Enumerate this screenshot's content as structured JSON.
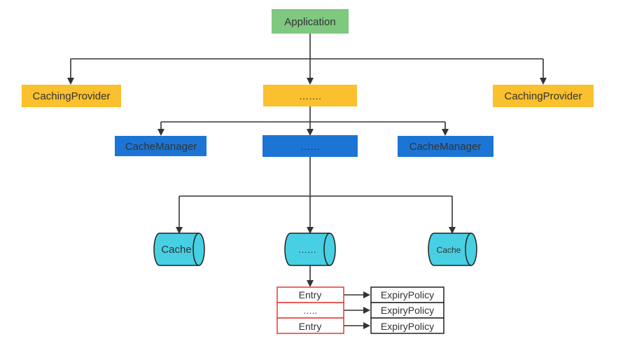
{
  "colors": {
    "application_fill": "#7ec87f",
    "provider_fill": "#fbc02d",
    "manager_fill": "#1c75d4",
    "cache_fill": "#47cfe3",
    "cache_stroke": "#222222",
    "entry_stroke": "#e53935",
    "policy_stroke": "#222222",
    "connector": "#333333",
    "text": "#333333"
  },
  "application": {
    "label": "Application"
  },
  "providers": [
    {
      "label": "CachingProvider"
    },
    {
      "label": "……."
    },
    {
      "label": "CachingProvider"
    }
  ],
  "managers": [
    {
      "label": "CacheManager"
    },
    {
      "label": "……"
    },
    {
      "label": "CacheManager"
    }
  ],
  "caches": [
    {
      "label": "Cache"
    },
    {
      "label": "……"
    },
    {
      "label": "Cache"
    }
  ],
  "entries": [
    {
      "label": "Entry"
    },
    {
      "label": "….."
    },
    {
      "label": "Entry"
    }
  ],
  "policies": [
    {
      "label": "ExpiryPolicy"
    },
    {
      "label": "ExpiryPolicy"
    },
    {
      "label": "ExpiryPolicy"
    }
  ]
}
